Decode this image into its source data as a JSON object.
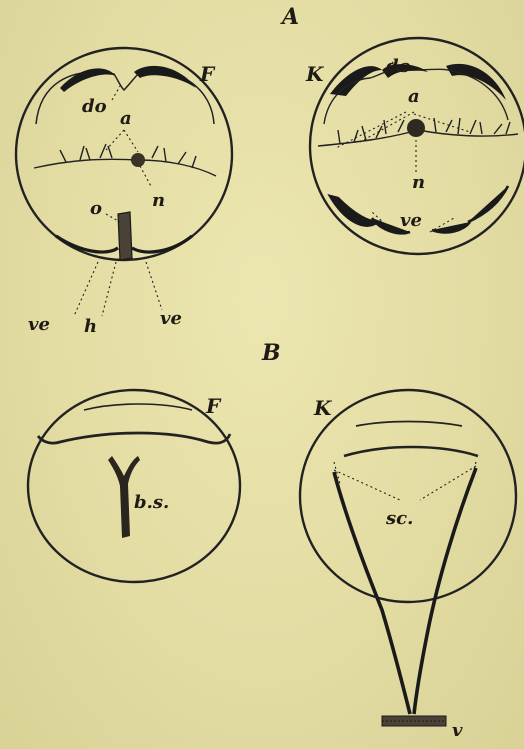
{
  "figure": {
    "section_a": {
      "heading": "A",
      "left_panel": {
        "label": "F",
        "parts": {
          "dorsal": "do",
          "axial": "a",
          "nucleus": "n",
          "opening": "o",
          "ventral_left": "ve",
          "hilum": "h",
          "ventral_right": "ve"
        }
      },
      "right_panel": {
        "label": "K",
        "parts": {
          "dorsal": "do",
          "axial": "a",
          "nucleus": "n",
          "ventral": "ve"
        }
      }
    },
    "section_b": {
      "heading": "B",
      "left_panel": {
        "label": "F",
        "parts": {
          "structure": "b.s."
        }
      },
      "right_panel": {
        "label": "K",
        "parts": {
          "structure": "sc.",
          "vessel": "v"
        }
      }
    }
  }
}
